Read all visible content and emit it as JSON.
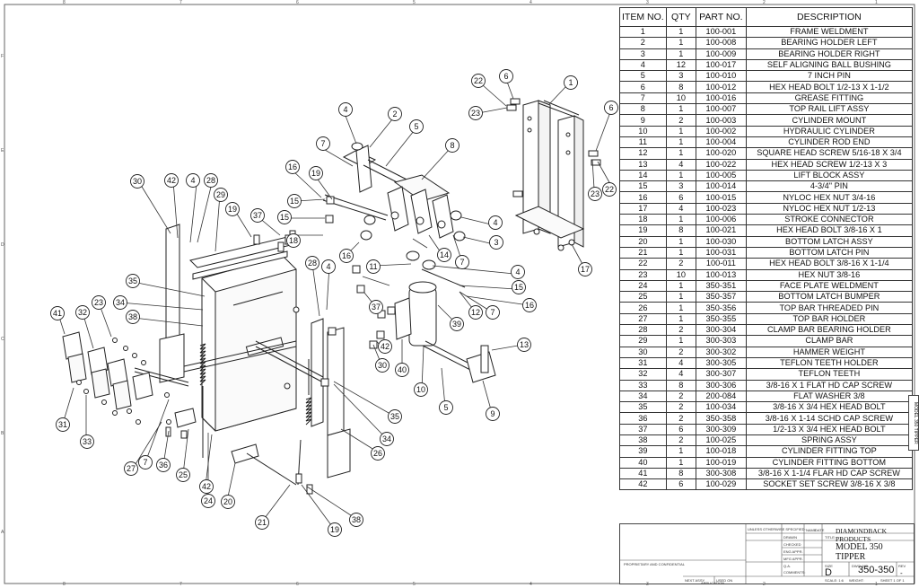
{
  "bom": {
    "headers": [
      "ITEM NO.",
      "QTY",
      "PART NO.",
      "DESCRIPTION"
    ],
    "rows": [
      [
        "1",
        "1",
        "100-001",
        "FRAME WELDMENT"
      ],
      [
        "2",
        "1",
        "100-008",
        "BEARING HOLDER LEFT"
      ],
      [
        "3",
        "1",
        "100-009",
        "BEARING HOLDER RIGHT"
      ],
      [
        "4",
        "12",
        "100-017",
        "SELF ALIGNING BALL BUSHING"
      ],
      [
        "5",
        "3",
        "100-010",
        "7 INCH PIN"
      ],
      [
        "6",
        "8",
        "100-012",
        "HEX HEAD BOLT 1/2-13 X 1-1/2"
      ],
      [
        "7",
        "10",
        "100-016",
        "GREASE FITTING"
      ],
      [
        "8",
        "1",
        "100-007",
        "TOP RAIL LIFT ASSY"
      ],
      [
        "9",
        "2",
        "100-003",
        "CYLINDER MOUNT"
      ],
      [
        "10",
        "1",
        "100-002",
        "HYDRAULIC CYLINDER"
      ],
      [
        "11",
        "1",
        "100-004",
        "CYLINDER ROD END"
      ],
      [
        "12",
        "1",
        "100-020",
        "SQUARE HEAD SCREW 5/16-18 X 3/4"
      ],
      [
        "13",
        "4",
        "100-022",
        "HEX HEAD SCREW 1/2-13 X 3"
      ],
      [
        "14",
        "1",
        "100-005",
        "LIFT BLOCK ASSY"
      ],
      [
        "15",
        "3",
        "100-014",
        "4-3/4\" PIN"
      ],
      [
        "16",
        "6",
        "100-015",
        "NYLOC HEX NUT 3/4-16"
      ],
      [
        "17",
        "4",
        "100-023",
        "NYLOC HEX NUT 1/2-13"
      ],
      [
        "18",
        "1",
        "100-006",
        "STROKE CONNECTOR"
      ],
      [
        "19",
        "8",
        "100-021",
        "HEX HEAD BOLT 3/8-16 X 1"
      ],
      [
        "20",
        "1",
        "100-030",
        "BOTTOM LATCH ASSY"
      ],
      [
        "21",
        "1",
        "100-031",
        "BOTTOM LATCH PIN"
      ],
      [
        "22",
        "2",
        "100-011",
        "HEX HEAD BOLT 3/8-16 X 1-1/4"
      ],
      [
        "23",
        "10",
        "100-013",
        "HEX NUT 3/8-16"
      ],
      [
        "24",
        "1",
        "350-351",
        "FACE PLATE WELDMENT"
      ],
      [
        "25",
        "1",
        "350-357",
        "BOTTOM LATCH BUMPER"
      ],
      [
        "26",
        "1",
        "350-356",
        "TOP BAR THREADED PIN"
      ],
      [
        "27",
        "1",
        "350-355",
        "TOP BAR HOLDER"
      ],
      [
        "28",
        "2",
        "300-304",
        "CLAMP BAR BEARING HOLDER"
      ],
      [
        "29",
        "1",
        "300-303",
        "CLAMP BAR"
      ],
      [
        "30",
        "2",
        "300-302",
        "HAMMER WEIGHT"
      ],
      [
        "31",
        "4",
        "300-305",
        "TEFLON TEETH HOLDER"
      ],
      [
        "32",
        "4",
        "300-307",
        "TEFLON TEETH"
      ],
      [
        "33",
        "8",
        "300-306",
        "3/8-16 X 1 FLAT HD CAP SCREW"
      ],
      [
        "34",
        "2",
        "200-084",
        "FLAT WASHER 3/8"
      ],
      [
        "35",
        "2",
        "100-034",
        "3/8-16 X 3/4 HEX HEAD BOLT"
      ],
      [
        "36",
        "2",
        "350-358",
        "3/8-16 X 1-14 SCHD CAP SCREW"
      ],
      [
        "37",
        "6",
        "300-309",
        "1/2-13 X 3/4 HEX HEAD BOLT"
      ],
      [
        "38",
        "2",
        "100-025",
        "SPRING ASSY"
      ],
      [
        "39",
        "1",
        "100-018",
        "CYLINDER FITTING TOP"
      ],
      [
        "40",
        "1",
        "100-019",
        "CYLINDER FITTING BOTTOM"
      ],
      [
        "41",
        "8",
        "300-308",
        "3/8-16 X 1-1/4 FLAR HD CAP SCREW"
      ],
      [
        "42",
        "6",
        "100-029",
        "SOCKET SET SCREW 3/8-16 X 3/8"
      ]
    ]
  },
  "title_block": {
    "company": "DIAMONDBACK PRODUCTS",
    "title": "MODEL 350 TIPPER",
    "size": "D",
    "dwg_no": "350-350",
    "rev": "-",
    "scale": "SCALE: 1:6",
    "weight": "WEIGHT:",
    "sheet": "SHEET 1 OF 1",
    "labels": {
      "title": "TITLE:",
      "size": "SIZE",
      "dwg_no_label": "DWG. NO.",
      "rev_label": "REV",
      "drawn": "DRAWN",
      "checked": "CHECKED",
      "eng_appr": "ENG APPR.",
      "mfg_appr": "MFG APPR.",
      "qa": "Q.A.",
      "comments": "COMMENTS:",
      "name": "NAME",
      "date": "DATE",
      "proprietary": "PROPRIETARY AND CONFIDENTIAL",
      "unless": "UNLESS OTHERWISE SPECIFIED:",
      "next_assy": "NEXT ASSY",
      "used_on": "USED ON",
      "application": "APPLICATION"
    },
    "side_label": "MODEL 350 TIPPER"
  },
  "callouts": {
    "items": [
      "1",
      "2",
      "3",
      "4",
      "5",
      "6",
      "7",
      "8",
      "9",
      "10",
      "11",
      "12",
      "13",
      "14",
      "15",
      "16",
      "17",
      "18",
      "19",
      "20",
      "21",
      "22",
      "23",
      "24",
      "25",
      "26",
      "27",
      "28",
      "29",
      "30",
      "31",
      "32",
      "33",
      "34",
      "35",
      "36",
      "37",
      "38",
      "39",
      "40",
      "41",
      "42"
    ]
  },
  "border": {
    "cols": [
      "8",
      "7",
      "6",
      "5",
      "4",
      "3",
      "2",
      "1"
    ],
    "rows": [
      "F",
      "E",
      "D",
      "C",
      "B",
      "A"
    ]
  }
}
